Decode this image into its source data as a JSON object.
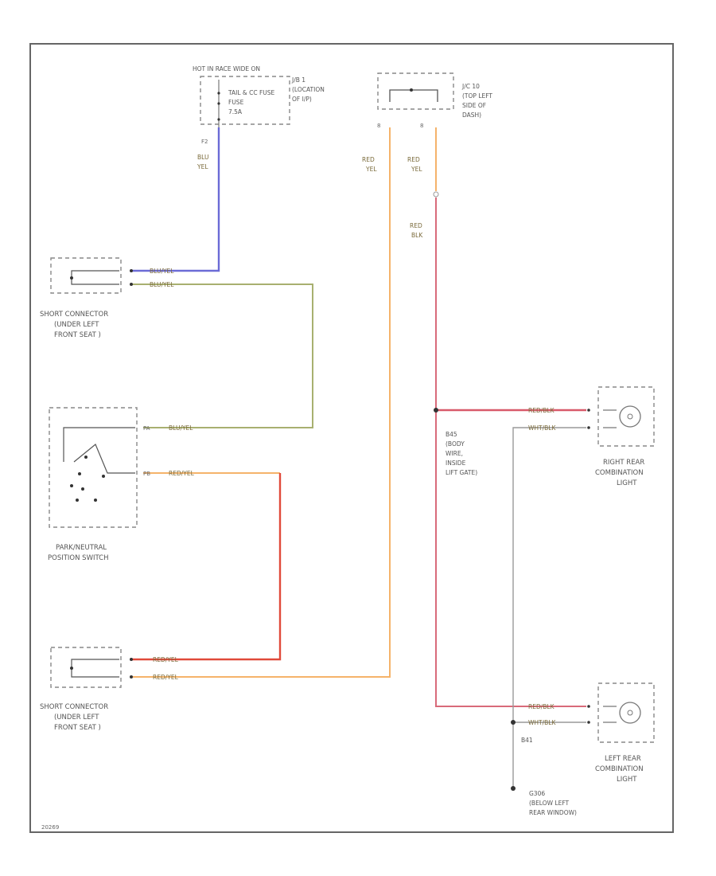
{
  "hot_label": "HOT IN RACE WIDE ON",
  "fuse": {
    "name": "TAIL & CC FUSE",
    "rating": "7.5A",
    "block": "J/B 1",
    "location_line1": "(LOCATION",
    "location_line2": "OF I/P)"
  },
  "fuse_pin": "F2",
  "jb_jc": {
    "name": "J/C 10",
    "location_line1": "(TOP LEFT",
    "location_line2": "SIDE OF",
    "location_line3": "DASH)",
    "pin_left": "8",
    "pin_right": "8"
  },
  "wire_colors": {
    "blu_yel_1": "BLU",
    "blu_yel_2": "YEL",
    "red_yel_a1": "RED",
    "red_yel_a2": "YEL",
    "red_yel_b1": "RED",
    "red_yel_b2": "YEL",
    "red_blk_1": "RED",
    "red_blk_2": "BLK"
  },
  "short_connector_top": {
    "line1": "SHORT CONNECTOR",
    "line2": "(UNDER LEFT",
    "line3": "FRONT SEAT )",
    "wire1": "BLU/YEL",
    "wire2": "BLU/YEL"
  },
  "pn_switch": {
    "line1": "PARK/NEUTRAL",
    "line2": "POSITION SWITCH",
    "pin_a": "PA",
    "pin_b": "PB",
    "wire_a": "BLU/YEL",
    "wire_b": "RED/YEL"
  },
  "short_connector_bottom": {
    "line1": "SHORT CONNECTOR",
    "line2": "(UNDER LEFT",
    "line3": "FRONT SEAT )",
    "wire1": "RED/YEL",
    "wire2": "RED/YEL"
  },
  "splice_b": {
    "name": "B45",
    "line1": "(BODY",
    "line2": "WIRE,",
    "line3": "INSIDE",
    "line4": "LIFT GATE)"
  },
  "right_rear": {
    "line1": "RIGHT REAR",
    "line2": "COMBINATION",
    "line3": "LIGHT",
    "wire1": "RED/BLK",
    "wire2": "WHT/BLK"
  },
  "left_rear": {
    "line1": "LEFT REAR",
    "line2": "COMBINATION",
    "line3": "LIGHT",
    "wire1": "RED/BLK",
    "wire2": "WHT/BLK"
  },
  "ground_splice": "B41",
  "ground": {
    "name": "G306",
    "line1": "(BELOW LEFT",
    "line2": "REAR WINDOW)"
  },
  "figure_id": "20269",
  "colors": {
    "blue_wire": "#6b6bd6",
    "green_wire": "#a8b070",
    "orange_wire": "#f5b36a",
    "red_wire": "#d85a6a",
    "pink_wire": "#d86a7a",
    "dark_red": "#c0504a",
    "gray_wire": "#999999"
  }
}
